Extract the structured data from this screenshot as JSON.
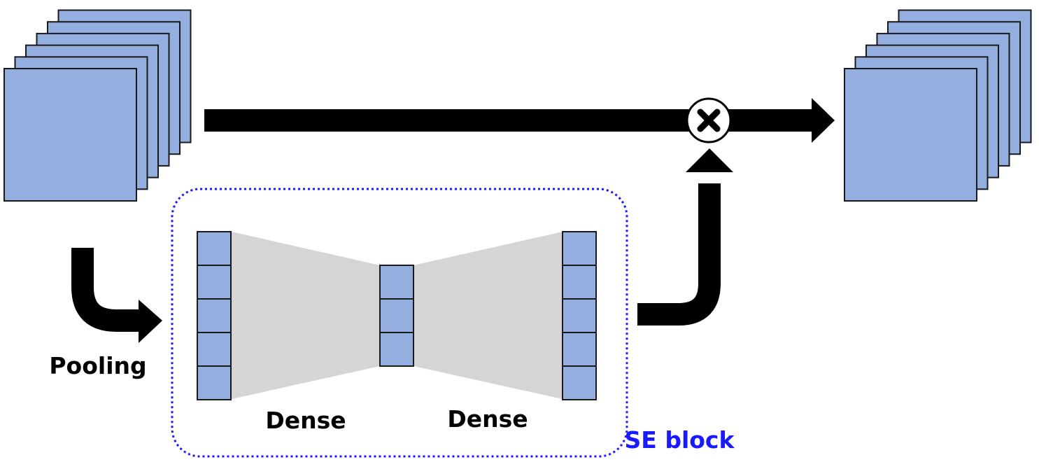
{
  "labels": {
    "pooling": "Pooling",
    "dense_1": "Dense",
    "dense_2": "Dense",
    "se_block": "SE block"
  },
  "icons": {
    "multiply": "multiply-icon"
  },
  "colors": {
    "feature_map_fill": "#93aedf",
    "feature_map_stroke": "#1a1a1a",
    "arrow": "#000000",
    "funnel": "#d6d4d4",
    "se_block_border": "#1a1aff",
    "se_block_label": "#1a1aff",
    "multiply_circle_fill": "#ffffff"
  },
  "structure": {
    "input_feature_maps": 6,
    "output_feature_maps": 6,
    "dense_layer_1_units": 5,
    "bottleneck_units": 3,
    "dense_layer_2_units": 5
  }
}
